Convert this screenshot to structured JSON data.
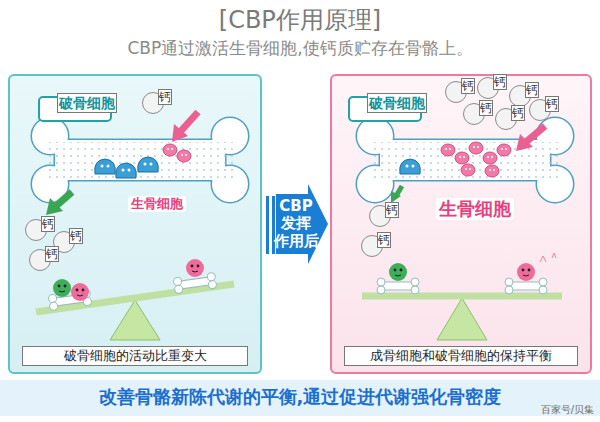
{
  "diagram": {
    "title": "[CBP作用原理]",
    "caption": "改善骨骼新陈代谢的平衡,通过促进代谢强化骨密度",
    "nodes": [
      {
        "text": [
          "破骨细胞的活动比重变大"
        ]
      },
      {
        "text": [
          "破骨细胞"
        ],
        "in": 0
      },
      {
        "text": [
          "钙"
        ],
        "in": 0
      },
      {
        "text": [
          "钙"
        ],
        "in": 0
      },
      {
        "text": [
          "钙"
        ],
        "in": 0
      },
      {
        "text": [
          "钙"
        ],
        "in": 0
      },
      {
        "text": [
          "成骨细胞和破骨细胞的保持平衡"
        ]
      },
      {
        "text": [
          "破骨细胞"
        ],
        "in": 6
      },
      {
        "text": [
          "钙"
        ],
        "in": 6
      },
      {
        "text": [
          "钙"
        ],
        "in": 6
      },
      {
        "text": [
          "钙"
        ],
        "in": 6
      },
      {
        "text": [
          "钙"
        ],
        "in": 6
      },
      {
        "text": [
          "钙"
        ],
        "in": 6
      },
      {
        "text": [
          "钙"
        ],
        "in": 6
      },
      {
        "text": [
          "钙"
        ],
        "in": 6
      },
      {
        "text": [
          "钙"
        ],
        "in": 6
      }
    ],
    "edges": [
      {
        "from": 0,
        "to": 6,
        "label": "CBP 发挥 作用后",
        "arrow": "to"
      }
    ],
    "labels": [
      "CBP通过激活生骨细胞,使钙质贮存在骨骼上。",
      "生骨细胞",
      "生骨细胞",
      "百家号/贝集"
    ]
  }
}
